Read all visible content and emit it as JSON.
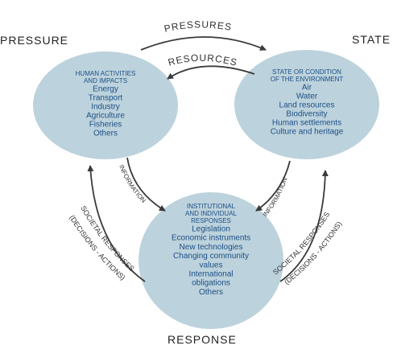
{
  "labels": {
    "pressure": "PRESSURE",
    "state": "STATE",
    "response": "RESPONSE"
  },
  "arc_labels": {
    "pressures": "PRESSURES",
    "resources": "RESOURCES",
    "information_left": "INFORMATION",
    "information_right": "INFORMATION",
    "societal_left_1": "SOCIETAL RESPONSES",
    "societal_left_2": "(DECISIONS - ACTIONS)",
    "societal_right_1": "SOCIETAL RESPONSES",
    "societal_right_2": "(DECISIONS - ACTIONS)"
  },
  "nodes": {
    "pressure": {
      "title": [
        "HUMAN ACTIVITIES",
        "AND IMPACTS"
      ],
      "lines": [
        "Energy",
        "Transport",
        "Industry",
        "Agriculture",
        "Fisheries",
        "Others"
      ]
    },
    "state": {
      "title": [
        "STATE OR CONDITION",
        "OF THE ENVIRONMENT"
      ],
      "lines": [
        "Air",
        "Water",
        "Land resources",
        "Biodiversity",
        "Human settlements",
        "Culture and heritage"
      ]
    },
    "response": {
      "title": [
        "INSTITUTIONAL",
        "AND INDIVIDUAL",
        "RESPONSES"
      ],
      "lines": [
        "Legislation",
        "Economic instruments",
        "New technologies",
        "Changing community",
        "values",
        "International",
        "obligations",
        "Others"
      ]
    }
  },
  "colors": {
    "ellipse_fill": "#bcd2dc",
    "ellipse_text": "#1e4f86",
    "arrow": "#3a3a3a",
    "label_text": "#222222"
  }
}
